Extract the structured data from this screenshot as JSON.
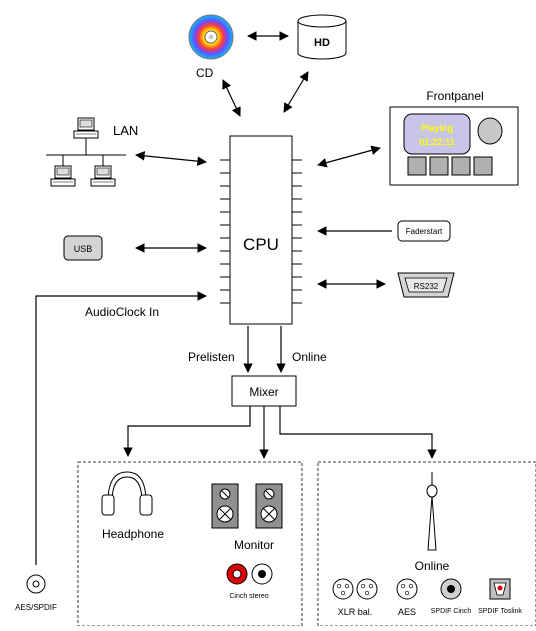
{
  "sources": {
    "cd_label": "CD",
    "hd_label": "HD",
    "lan_label": "LAN",
    "usb_label": "USB"
  },
  "frontpanel": {
    "title": "Frontpanel",
    "display_line1": "Playing",
    "display_line2": "01:22:11"
  },
  "cpu": {
    "label": "CPU",
    "faderstart_label": "Faderstart",
    "rs232_label": "RS232",
    "audioclock_label": "AudioClock In"
  },
  "mixer": {
    "label": "Mixer",
    "prelisten_label": "Prelisten",
    "online_label": "Online"
  },
  "monitor_section": {
    "headphone_label": "Headphone",
    "monitor_label": "Monitor",
    "cinch_label": "Cinch stereo"
  },
  "online_section": {
    "title": "Online",
    "xlr_label": "XLR bal.",
    "aes_label": "AES",
    "spdif_cinch_label": "SPDIF Cinch",
    "spdif_toslink_label": "SPDIF Toslink"
  },
  "aes_spdif_label": "AES/SPDIF",
  "colors": {
    "display_bg": "#c8c5e8",
    "display_text": "#ffff00",
    "panel_button": "#b0b0b0",
    "cinch_red": "#dd0000",
    "speaker_fill": "#909090"
  }
}
